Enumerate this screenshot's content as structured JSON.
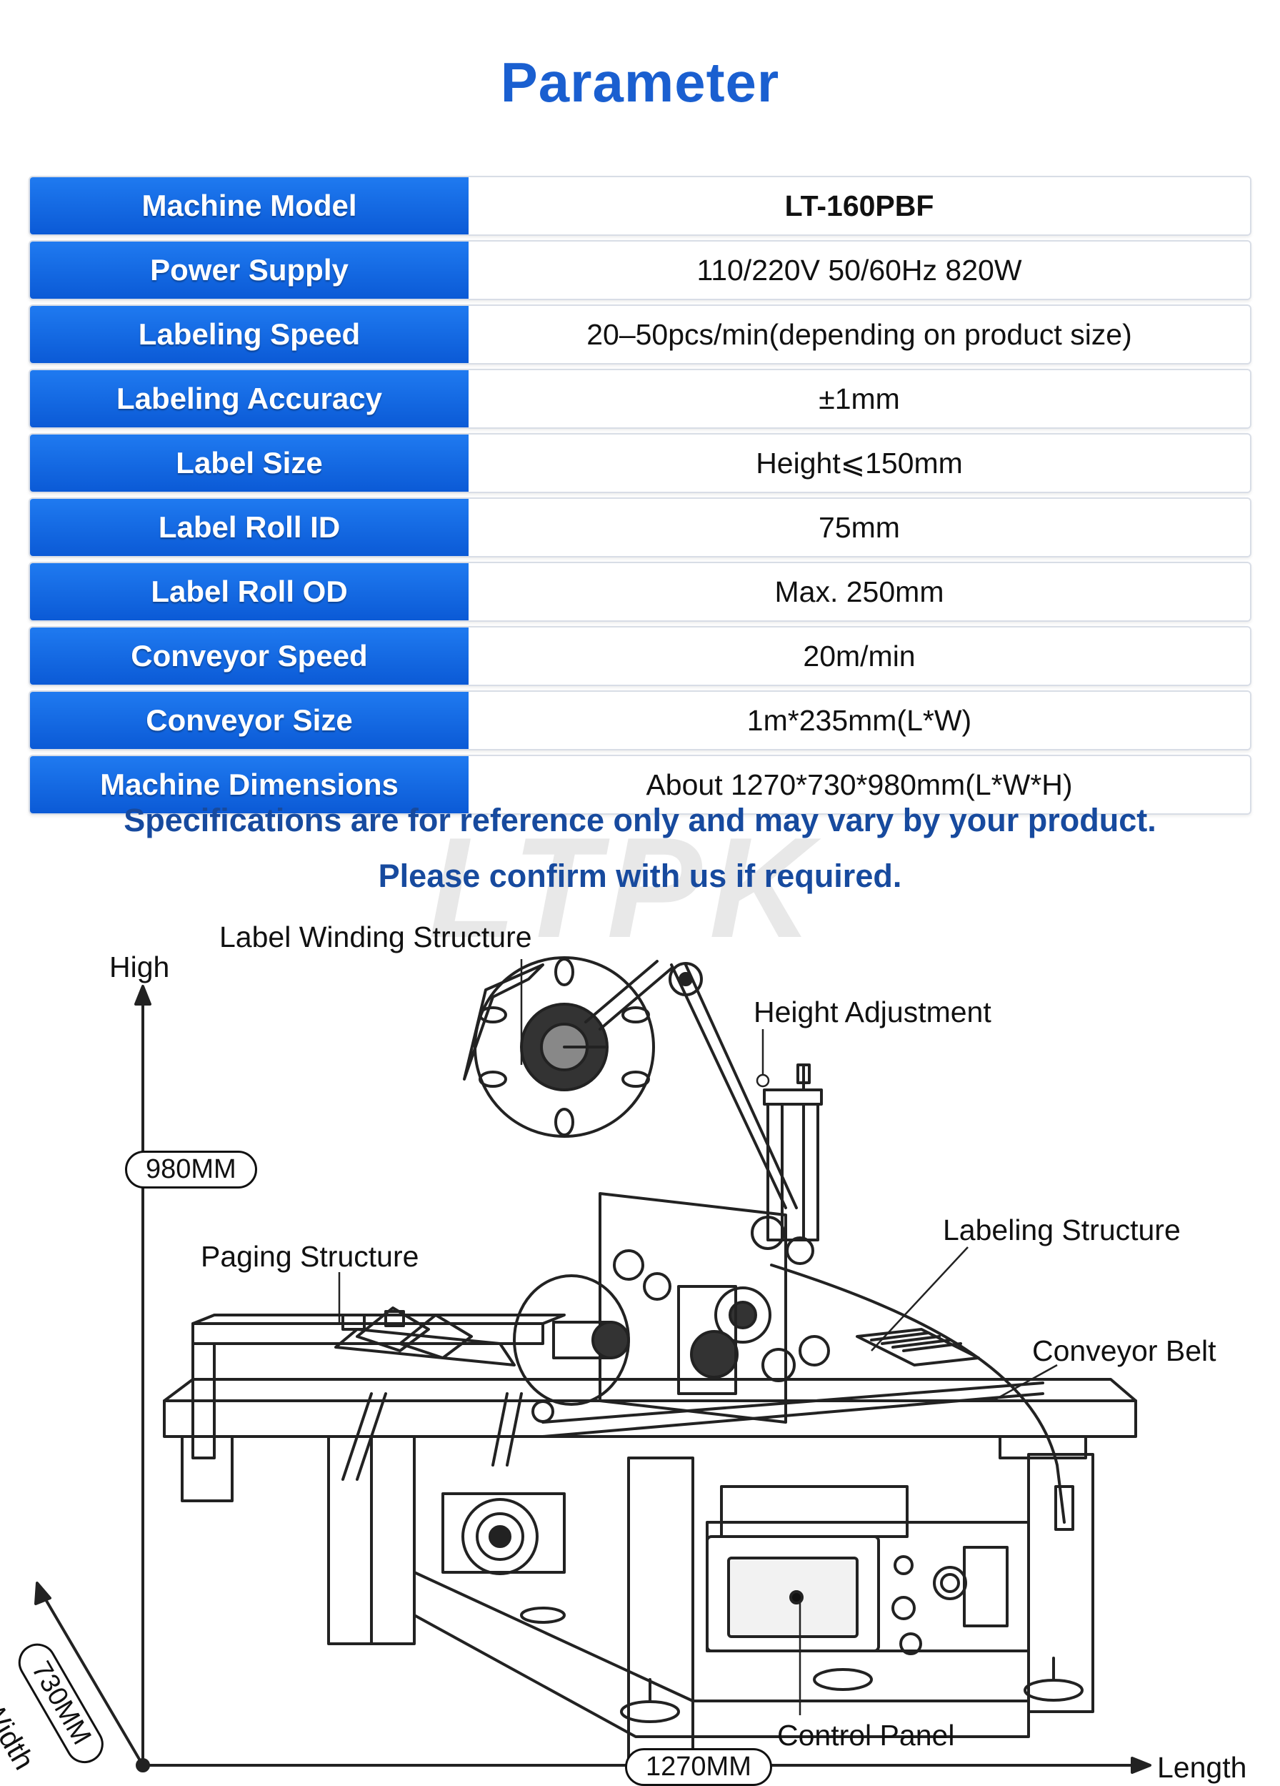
{
  "title": "Parameter",
  "specs": [
    {
      "label": "Machine Model",
      "value": "LT-160PBF"
    },
    {
      "label": "Power Supply",
      "value": "110/220V 50/60Hz 820W"
    },
    {
      "label": "Labeling Speed",
      "value": "20–50pcs/min(depending on product size)"
    },
    {
      "label": "Labeling Accuracy",
      "value": "±1mm"
    },
    {
      "label": "Label Size",
      "value": "Height⩽150mm"
    },
    {
      "label": "Label Roll ID",
      "value": "75mm"
    },
    {
      "label": "Label Roll OD",
      "value": "Max. 250mm"
    },
    {
      "label": "Conveyor Speed",
      "value": "20m/min"
    },
    {
      "label": "Conveyor Size",
      "value": "1m*235mm(L*W)"
    },
    {
      "label": "Machine Dimensions",
      "value": "About 1270*730*980mm(L*W*H)"
    }
  ],
  "notes": {
    "line1": "Specifications are for reference only and may vary by your product.",
    "line2": "Please confirm with us if required."
  },
  "watermark": "LTPK",
  "diagram": {
    "labels": {
      "label_winding": "Label Winding Structure",
      "height_adjustment": "Height Adjustment",
      "labeling_structure": "Labeling Structure",
      "paging_structure": "Paging Structure",
      "conveyor_belt": "Conveyor Belt",
      "control_panel": "Control Panel"
    },
    "axes": {
      "high": "High",
      "width": "Width",
      "length": "Length"
    },
    "dimensions": {
      "height": "980MM",
      "width": "730MM",
      "length": "1270MM"
    }
  },
  "colors": {
    "title": "#1a5fd0",
    "label_cell": "#0b5ad6",
    "note": "#174a9e"
  }
}
